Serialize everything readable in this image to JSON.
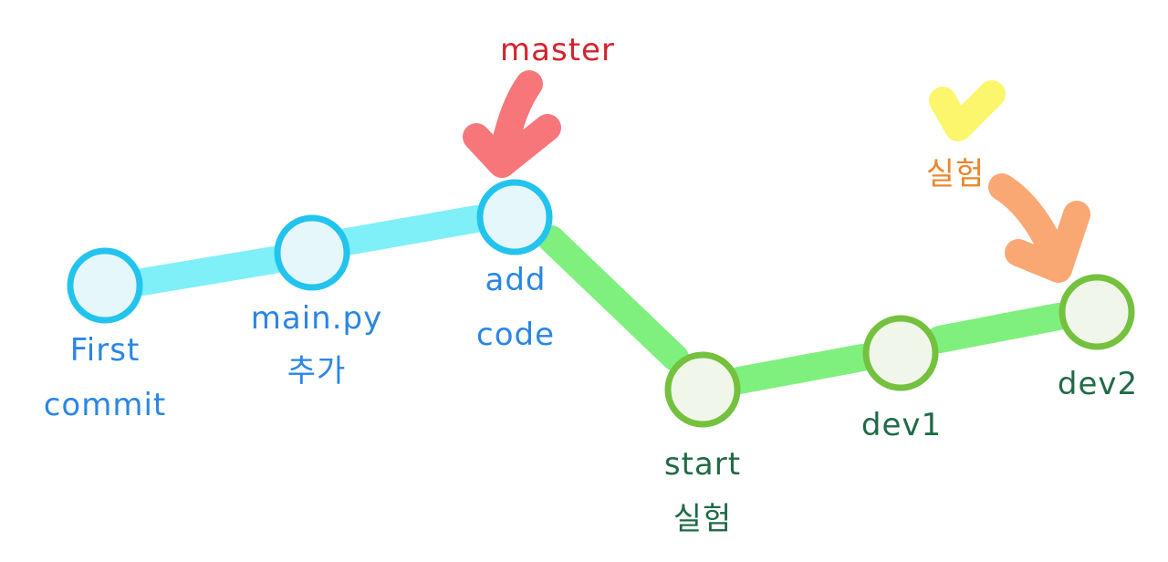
{
  "colors": {
    "main_line": "#7ff0f8",
    "main_node_stroke": "#22c4ee",
    "main_node_fill": "#e6f7fc",
    "main_label": "#2a86e6",
    "branch_line": "#7ff07e",
    "branch_node_stroke": "#74c13e",
    "branch_node_fill": "#f0f7ea",
    "branch_label": "#1f6b45",
    "master_arrow": "#f5585e",
    "master_label": "#d6232b",
    "silheom_arrow": "#f99a5c",
    "silheom_label": "#e8872e",
    "checkmark": "#fbf55c"
  },
  "commits": {
    "c1": {
      "line1": "First",
      "line2": "commit"
    },
    "c2": {
      "line1": "main.py",
      "line2": "추가"
    },
    "c3": {
      "line1": "add",
      "line2": "code"
    },
    "c4": {
      "line1": "start",
      "line2": "실험"
    },
    "c5": {
      "line1": "dev1"
    },
    "c6": {
      "line1": "dev2"
    }
  },
  "pointers": {
    "master": "master",
    "silheom": "실험"
  }
}
